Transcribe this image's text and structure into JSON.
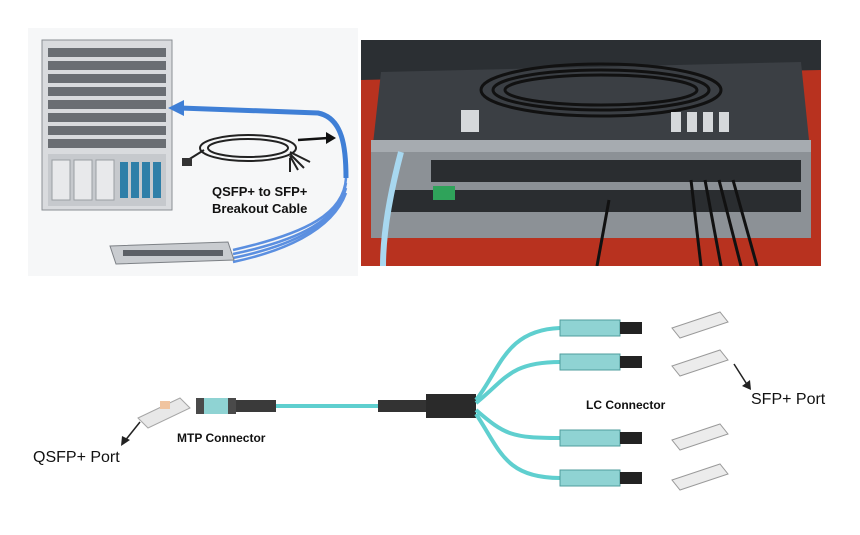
{
  "top_left": {
    "cable_label_line1": "QSFP+ to SFP+",
    "cable_label_line2": "Breakout Cable"
  },
  "bottom": {
    "mtp_label": "MTP Connector",
    "lc_label": "LC Connector",
    "qsfp_port_label": "QSFP+ Port",
    "sfp_port_label": "SFP+ Port"
  },
  "colors": {
    "blue_arrow": "#3f7fd6",
    "aqua_fiber": "#5fcfcf",
    "photo_bg": "#2b2f33",
    "red_table": "#b8321f"
  },
  "icons": [
    "chassis-switch-icon",
    "breakout-cable-icon",
    "tor-switch-icon",
    "qsfp-transceiver-icon",
    "sfp-transceiver-icon"
  ]
}
